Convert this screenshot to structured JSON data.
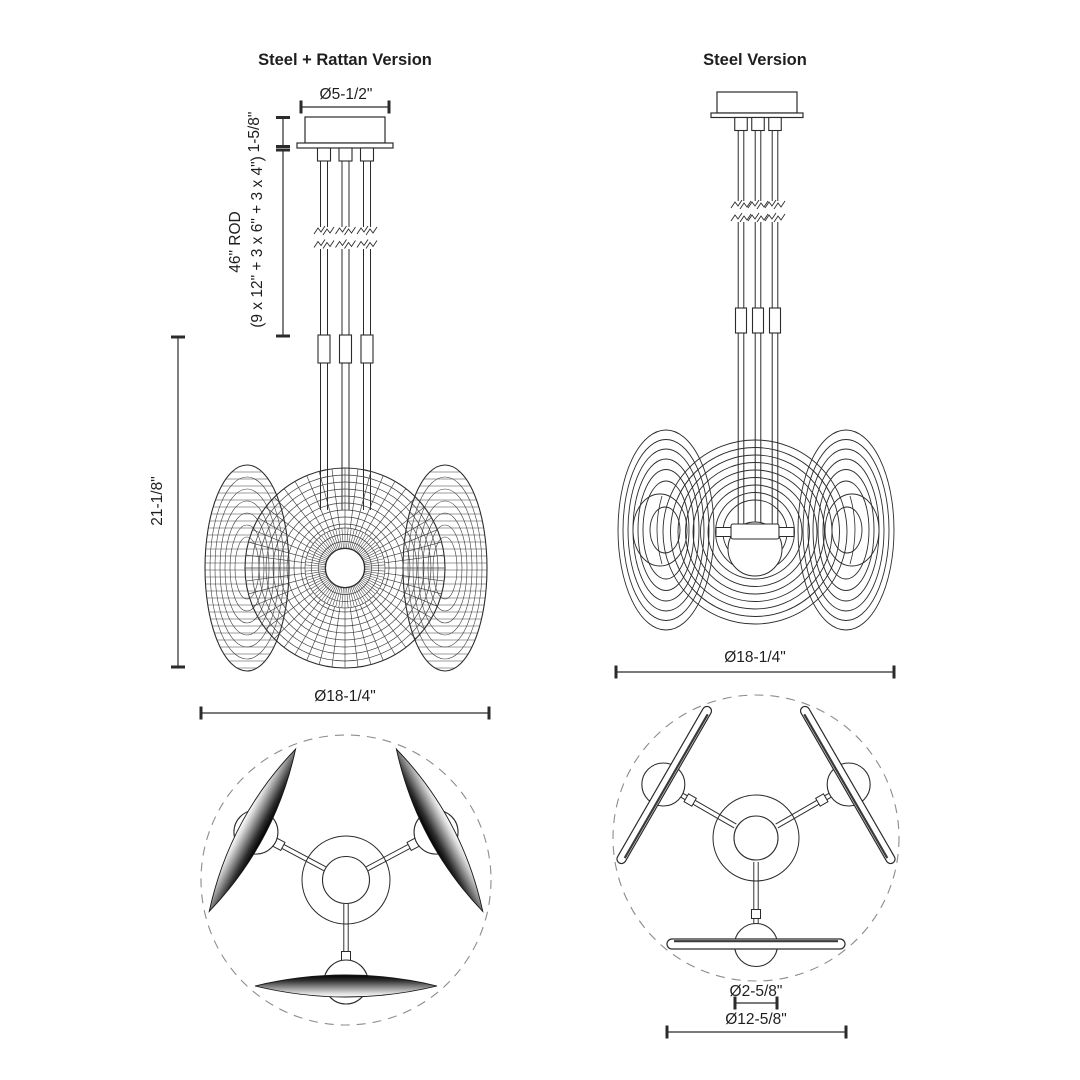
{
  "document": {
    "type": "lighting-fixture-specification-drawing"
  },
  "colors": {
    "background": "#ffffff",
    "line": "#2b2b2b",
    "texture": "#3d3d3d",
    "dashed": "#8c8c8c",
    "shade_dark": "#000000",
    "shade_light": "#ffffff"
  },
  "views": {
    "rattan": {
      "title": "Steel + Rattan Version",
      "dims": {
        "canopy_diameter": "Ø5-1/2\"",
        "canopy_height": "1-5/8\"",
        "rod_line1": "46\" ROD",
        "rod_line2": "(9 x 12\" + 3 x 6\" + 3 x 4\")",
        "fixture_height": "21-1/8\"",
        "fixture_diameter": "Ø18-1/4\""
      }
    },
    "steel": {
      "title": "Steel Version",
      "dims": {
        "fixture_diameter": "Ø18-1/4\"",
        "hub_diameter": "Ø2-5/8\"",
        "disc_diameter": "Ø12-5/8\""
      }
    }
  }
}
